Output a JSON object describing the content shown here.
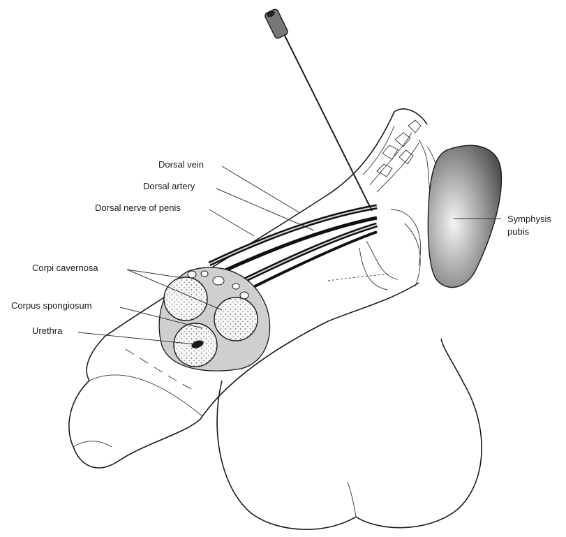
{
  "labels": {
    "dorsal_vein": "Dorsal vein",
    "dorsal_artery": "Dorsal artery",
    "dorsal_nerve": "Dorsal nerve of penis",
    "corpi_cavernosa": "Corpi cavernosa",
    "corpus_spongiosum": "Corpus spongiosum",
    "urethra": "Urethra",
    "symphysis_line1": "Symphysis",
    "symphysis_line2": "pubis"
  },
  "colors": {
    "line": "#1a1a1a",
    "section_fill": "#cfcfcf",
    "circle_fill": "#f4f4f4",
    "bone_dark": "#555555",
    "bone_light": "#f0f0f0",
    "vessel": "#111111"
  }
}
